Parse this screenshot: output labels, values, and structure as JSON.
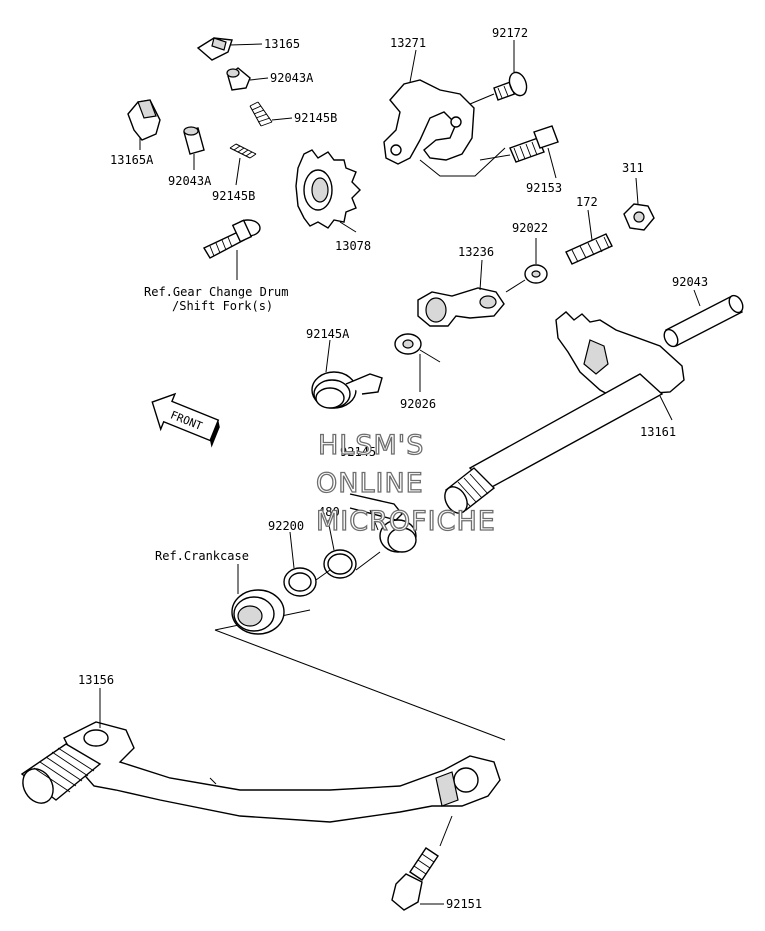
{
  "labels": {
    "p13165": "13165",
    "p92043A_top": "92043A",
    "p92145B_top": "92145B",
    "p13165A": "13165A",
    "p92043A": "92043A",
    "p92145B": "92145B",
    "p13271": "13271",
    "p92172": "92172",
    "p92153": "92153",
    "p311": "311",
    "p172": "172",
    "p13078": "13078",
    "p92022": "92022",
    "p13236": "13236",
    "p92043": "92043",
    "p92145A": "92145A",
    "p92026": "92026",
    "p13161": "13161",
    "p92145_wm": "92145",
    "p480": "480",
    "p92200": "92200",
    "p13156": "13156",
    "p92151": "92151",
    "ref_drum_1": "Ref.Gear Change Drum",
    "ref_drum_2": "/Shift Fork(s)",
    "ref_crankcase": "Ref.Crankcase",
    "front": "FRONT"
  },
  "watermark": {
    "line1": "HLSM'S",
    "line2": "ONLINE",
    "line3": "MICROFICHE"
  }
}
